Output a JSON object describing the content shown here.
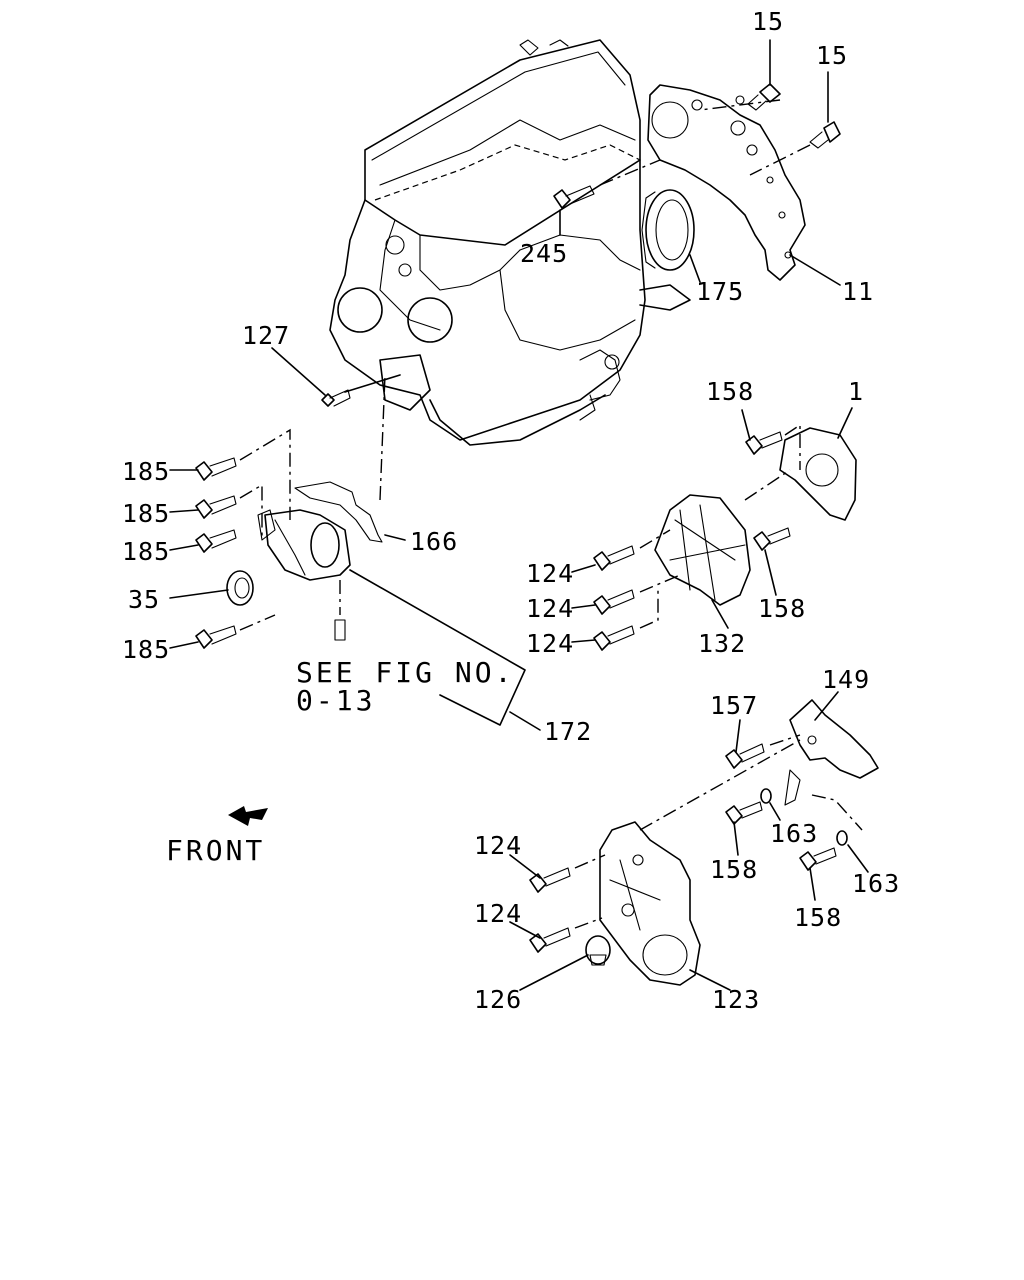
{
  "diagram": {
    "callouts": {
      "c15a": "15",
      "c15b": "15",
      "c245": "245",
      "c175": "175",
      "c11": "11",
      "c127": "127",
      "c158a": "158",
      "c1": "1",
      "c185a": "185",
      "c185b": "185",
      "c185c": "185",
      "c166": "166",
      "c35": "35",
      "c185d": "185",
      "c124a": "124",
      "c124b": "124",
      "c124c": "124",
      "c158b": "158",
      "c132": "132",
      "c172": "172",
      "c149": "149",
      "c157": "157",
      "c163a": "163",
      "c158c": "158",
      "c163b": "163",
      "c158d": "158",
      "c124d": "124",
      "c124e": "124",
      "c126": "126",
      "c123": "123"
    },
    "see_fig_line1": "SEE FIG NO.",
    "see_fig_line2": "0-13",
    "front_label": "FRONT"
  }
}
